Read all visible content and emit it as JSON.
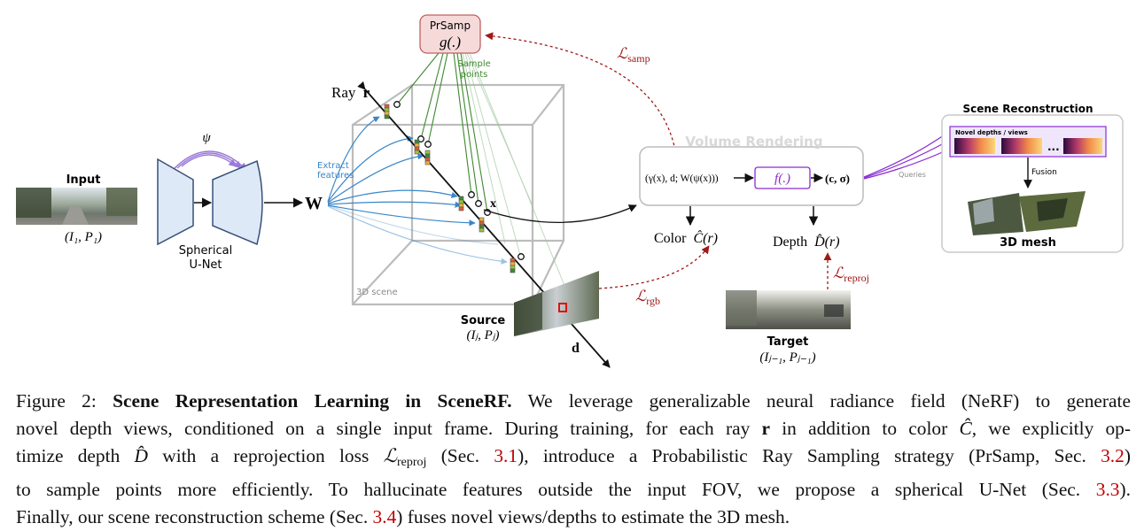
{
  "figure": {
    "input": {
      "title": "Input",
      "math": "(I₁, P₁)"
    },
    "unet": {
      "psi": "ψ",
      "label_line1": "Spherical",
      "label_line2": "U-Net"
    },
    "W": "W",
    "extract_features": {
      "line1": "Extract",
      "line2": "features"
    },
    "prsamp": {
      "title": "PrSamp",
      "func": "g(.)"
    },
    "sample_points": {
      "line1": "Sample",
      "line2": "points"
    },
    "loss_samp": {
      "symbol": "ℒ",
      "sub": "samp"
    },
    "ray_label": {
      "text": "Ray",
      "symbol": "r"
    },
    "point_x": "x",
    "ray_dir": "d",
    "scene_label": "3D scene",
    "source": {
      "title": "Source",
      "math": "(Iⱼ, Pⱼ)"
    },
    "loss_rgb": {
      "symbol": "ℒ",
      "sub": "rgb"
    },
    "volume_rendering": {
      "title": "Volume Rendering",
      "input_expr": "(γ(x), d; W(ψ(x)))",
      "func": "f(.)",
      "output": "(c, σ)"
    },
    "color_out": {
      "text": "Color",
      "symbol": "Ĉ(r)"
    },
    "depth_out": {
      "text": "Depth",
      "symbol": "D̂(r)"
    },
    "loss_reproj": {
      "symbol": "ℒ",
      "sub": "reproj"
    },
    "target": {
      "title": "Target",
      "math": "(Iⱼ₋₁, Pⱼ₋₁)"
    },
    "queries": "Queries",
    "scene_reconstruction": {
      "title": "Scene Reconstruction",
      "novel_label": "Novel depths / views",
      "ellipsis": "...",
      "fusion": "Fusion",
      "mesh_label": "3D mesh"
    }
  },
  "caption": {
    "prefix": "Figure 2: ",
    "bold": "Scene Representation Learning in SceneRF.",
    "l1": " We leverage generalizable neural radiance field (NeRF) to generate",
    "l2a": "novel depth views, conditioned on a single input frame. During training, for each ray ",
    "l2b": "r",
    "l2c": " in addition to color ",
    "l2d": "Ĉ",
    "l2e": ", we explicitly op-",
    "l3a": "timize depth ",
    "l3b": "D̂",
    "l3c": " with a reprojection loss ",
    "l3d": "ℒ",
    "l3e": "reproj",
    "l3f": " (Sec. ",
    "l3g": "3.1",
    "l3h": "), introduce a Probabilistic Ray Sampling strategy (PrSamp, Sec. ",
    "l3i": "3.2",
    "l3j": ")",
    "l4a": "to sample points more efficiently.  To hallucinate features outside the input FOV, we propose a spherical U-Net (Sec. ",
    "l4b": "3.3",
    "l4c": ").",
    "l5a": "Finally, our scene reconstruction scheme (Sec. ",
    "l5b": "3.4",
    "l5c": ") fuses novel views/depths to estimate the 3D mesh."
  },
  "colors": {
    "loss_red": "#a01818",
    "prsamp_fill": "#f6dada",
    "prsamp_stroke": "#c06060",
    "sample_green": "#3d8a2e",
    "feature_blue": "#3a86c8",
    "psi_purple": "#9a7ad8",
    "query_purple": "#8a2bd0",
    "unet_fill": "#dde9f7",
    "unet_stroke": "#3a4f78",
    "cube_gray": "#bcbcbc"
  }
}
